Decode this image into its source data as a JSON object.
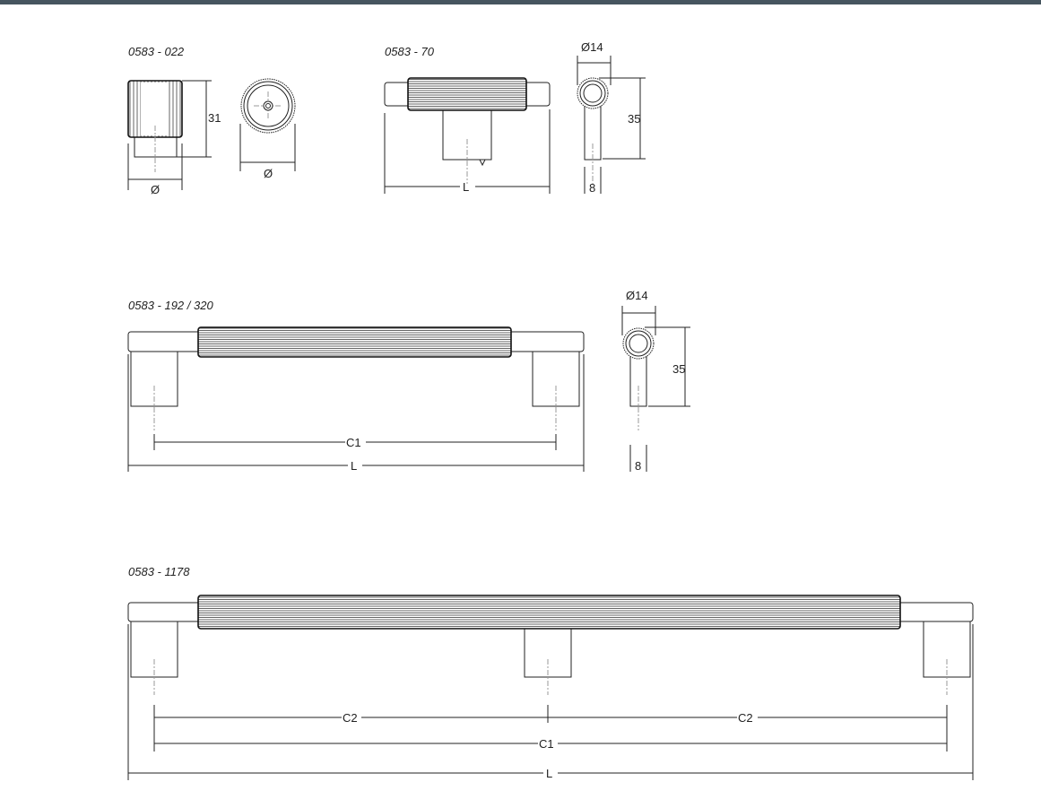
{
  "colors": {
    "top_bar": "#46555f",
    "line": "#222222"
  },
  "drawings": [
    {
      "label": "0583 - 022",
      "dims": {
        "height": "31",
        "diameter_side": "Ø",
        "diameter_end": "Ø"
      }
    },
    {
      "label": "0583 - 70",
      "dims": {
        "length": "L",
        "bar_diameter": "Ø14",
        "height": "35",
        "post_width": "8"
      }
    },
    {
      "label": "0583 - 192 / 320",
      "dims": {
        "c1": "C1",
        "length": "L",
        "bar_diameter": "Ø14",
        "height": "35",
        "post_width": "8"
      }
    },
    {
      "label": "0583 - 1178",
      "dims": {
        "c2_left": "C2",
        "c2_right": "C2",
        "c1": "C1",
        "length": "L"
      }
    }
  ]
}
